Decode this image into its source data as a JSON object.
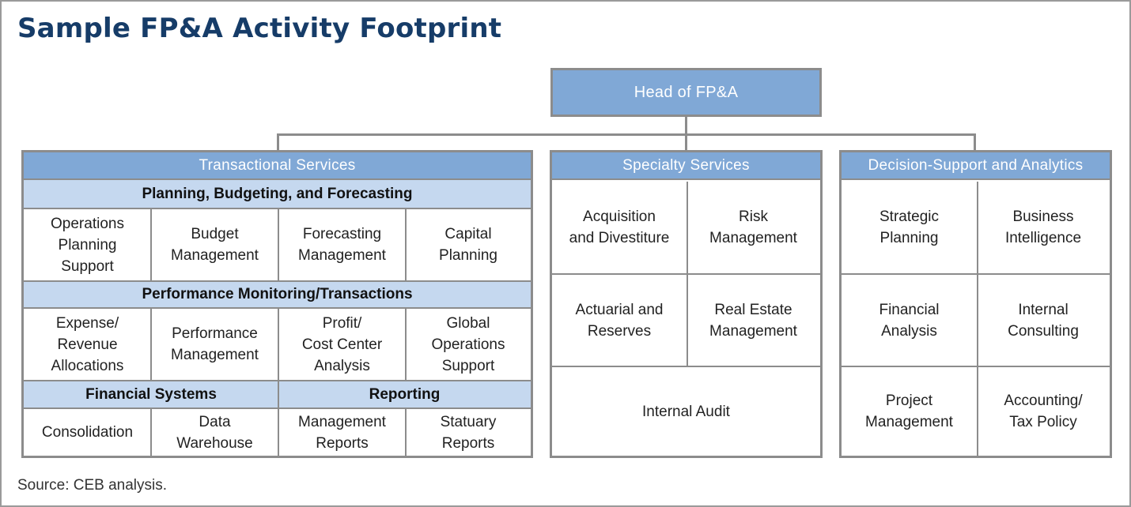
{
  "title": "Sample FP&A Activity Footprint",
  "head": "Head of FP&A",
  "source": "Source: CEB analysis.",
  "transactional": {
    "header": "Transactional Services",
    "pbf": {
      "label": "Planning, Budgeting, and Forecasting",
      "cells": [
        "Operations\nPlanning\nSupport",
        "Budget\nManagement",
        "Forecasting\nManagement",
        "Capital\nPlanning"
      ]
    },
    "pmt": {
      "label": "Performance Monitoring/Transactions",
      "cells": [
        "Expense/\nRevenue\nAllocations",
        "Performance\nManagement",
        "Profit/\nCost Center\nAnalysis",
        "Global\nOperations\nSupport"
      ]
    },
    "fs": {
      "label": "Financial Systems",
      "cells": [
        "Consolidation",
        "Data\nWarehouse"
      ]
    },
    "rep": {
      "label": "Reporting",
      "cells": [
        "Management\nReports",
        "Statuary\nReports"
      ]
    }
  },
  "specialty": {
    "header": "Specialty Services",
    "cells": [
      "Acquisition\nand Divestiture",
      "Risk\nManagement",
      "Actuarial and\nReserves",
      "Real Estate\nManagement",
      "Internal Audit"
    ]
  },
  "decision": {
    "header": "Decision-Support and Analytics",
    "cells": [
      "Strategic\nPlanning",
      "Business\nIntelligence",
      "Financial\nAnalysis",
      "Internal\nConsulting",
      "Project\nManagement",
      "Accounting/\nTax Policy"
    ]
  }
}
